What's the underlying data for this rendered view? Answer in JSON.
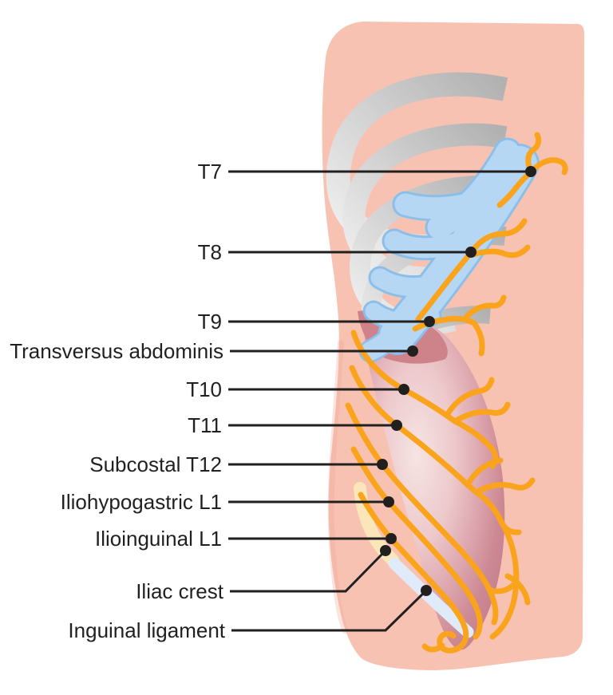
{
  "diagram": {
    "kind": "labeled-anatomical-illustration",
    "labels": [
      {
        "id": "t7",
        "text": "T7"
      },
      {
        "id": "t8",
        "text": "T8"
      },
      {
        "id": "t9",
        "text": "T9"
      },
      {
        "id": "transversus-abdominis",
        "text": "Transversus abdominis"
      },
      {
        "id": "t10",
        "text": "T10"
      },
      {
        "id": "t11",
        "text": "T11"
      },
      {
        "id": "subcostal-t12",
        "text": "Subcostal T12"
      },
      {
        "id": "iliohypogastric-l1",
        "text": "Iliohypogastric L1"
      },
      {
        "id": "ilioinguinal-l1",
        "text": "Ilioinguinal L1"
      },
      {
        "id": "iliac-crest",
        "text": "Iliac crest"
      },
      {
        "id": "inguinal-ligament",
        "text": "Inguinal ligament"
      }
    ]
  },
  "colors": {
    "background": "#ffffff",
    "skin": "#F8C2B2",
    "skin_shadow": "#F0A794",
    "rib_light": "#F1F1F1",
    "rib_dark": "#B1B1B1",
    "cartilage_fill": "#B6D7F3",
    "cartilage_outline": "#8BBFE9",
    "muscle_light": "#F6E4E3",
    "muscle_dark": "#C27C8A",
    "muscle_patch": "#CE8289",
    "iliac_crest": "#FBE6BA",
    "inguinal_ligament": "#DFEBF8",
    "nerve": "#F9A41C",
    "leader": "#221F1F",
    "label_text": "#221F1F"
  }
}
